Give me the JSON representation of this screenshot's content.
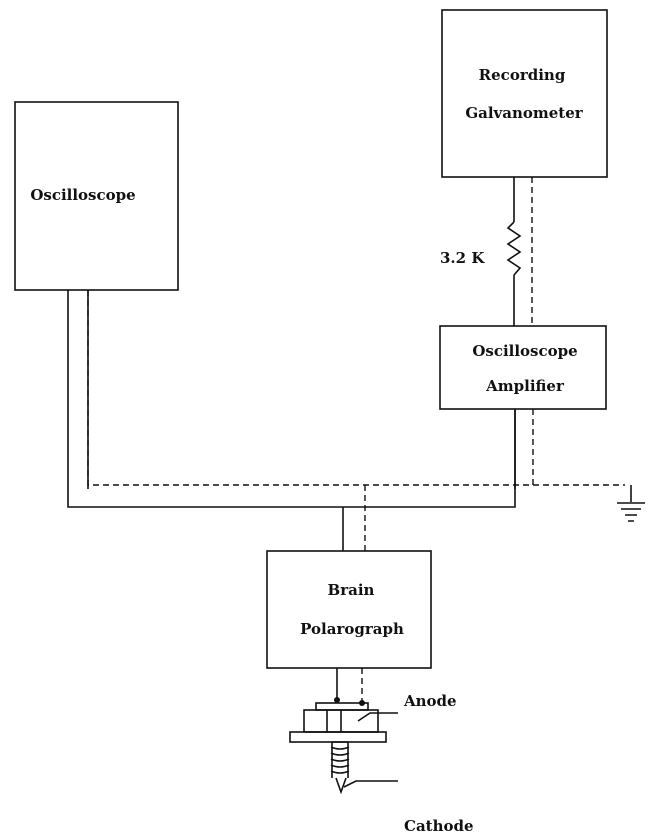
{
  "blocks": {
    "recording_galvanometer": [
      "Recording",
      "Galvanometer"
    ],
    "oscilloscope": "Oscilloscope",
    "oscilloscope_amplifier": [
      "Oscilloscope",
      "Amplifier"
    ],
    "brain_polarograph": [
      "Brain",
      "Polarograph"
    ]
  },
  "labels": {
    "resistor": "3.2 K",
    "anode": "Anode",
    "cathode": "Cathode"
  }
}
